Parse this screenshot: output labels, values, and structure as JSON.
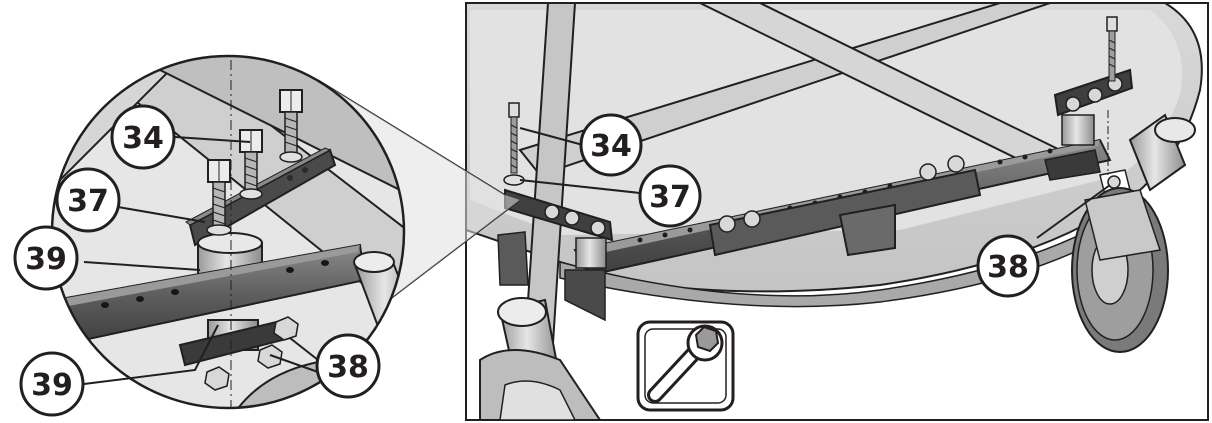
{
  "callouts": {
    "detail_34": "34",
    "detail_37": "37",
    "detail_39_top": "39",
    "detail_39_bottom": "39",
    "detail_38": "38",
    "main_34": "34",
    "main_37": "37",
    "main_38": "38"
  },
  "icons": {
    "tool": "wrench-icon"
  },
  "colors": {
    "outline": "#231f20",
    "deck": "#cfcfcf",
    "deck_light": "#e4e4e4",
    "bar": "#6b6b6b",
    "bar_dark": "#4a4a4a",
    "tube": "#bdbdbd"
  }
}
